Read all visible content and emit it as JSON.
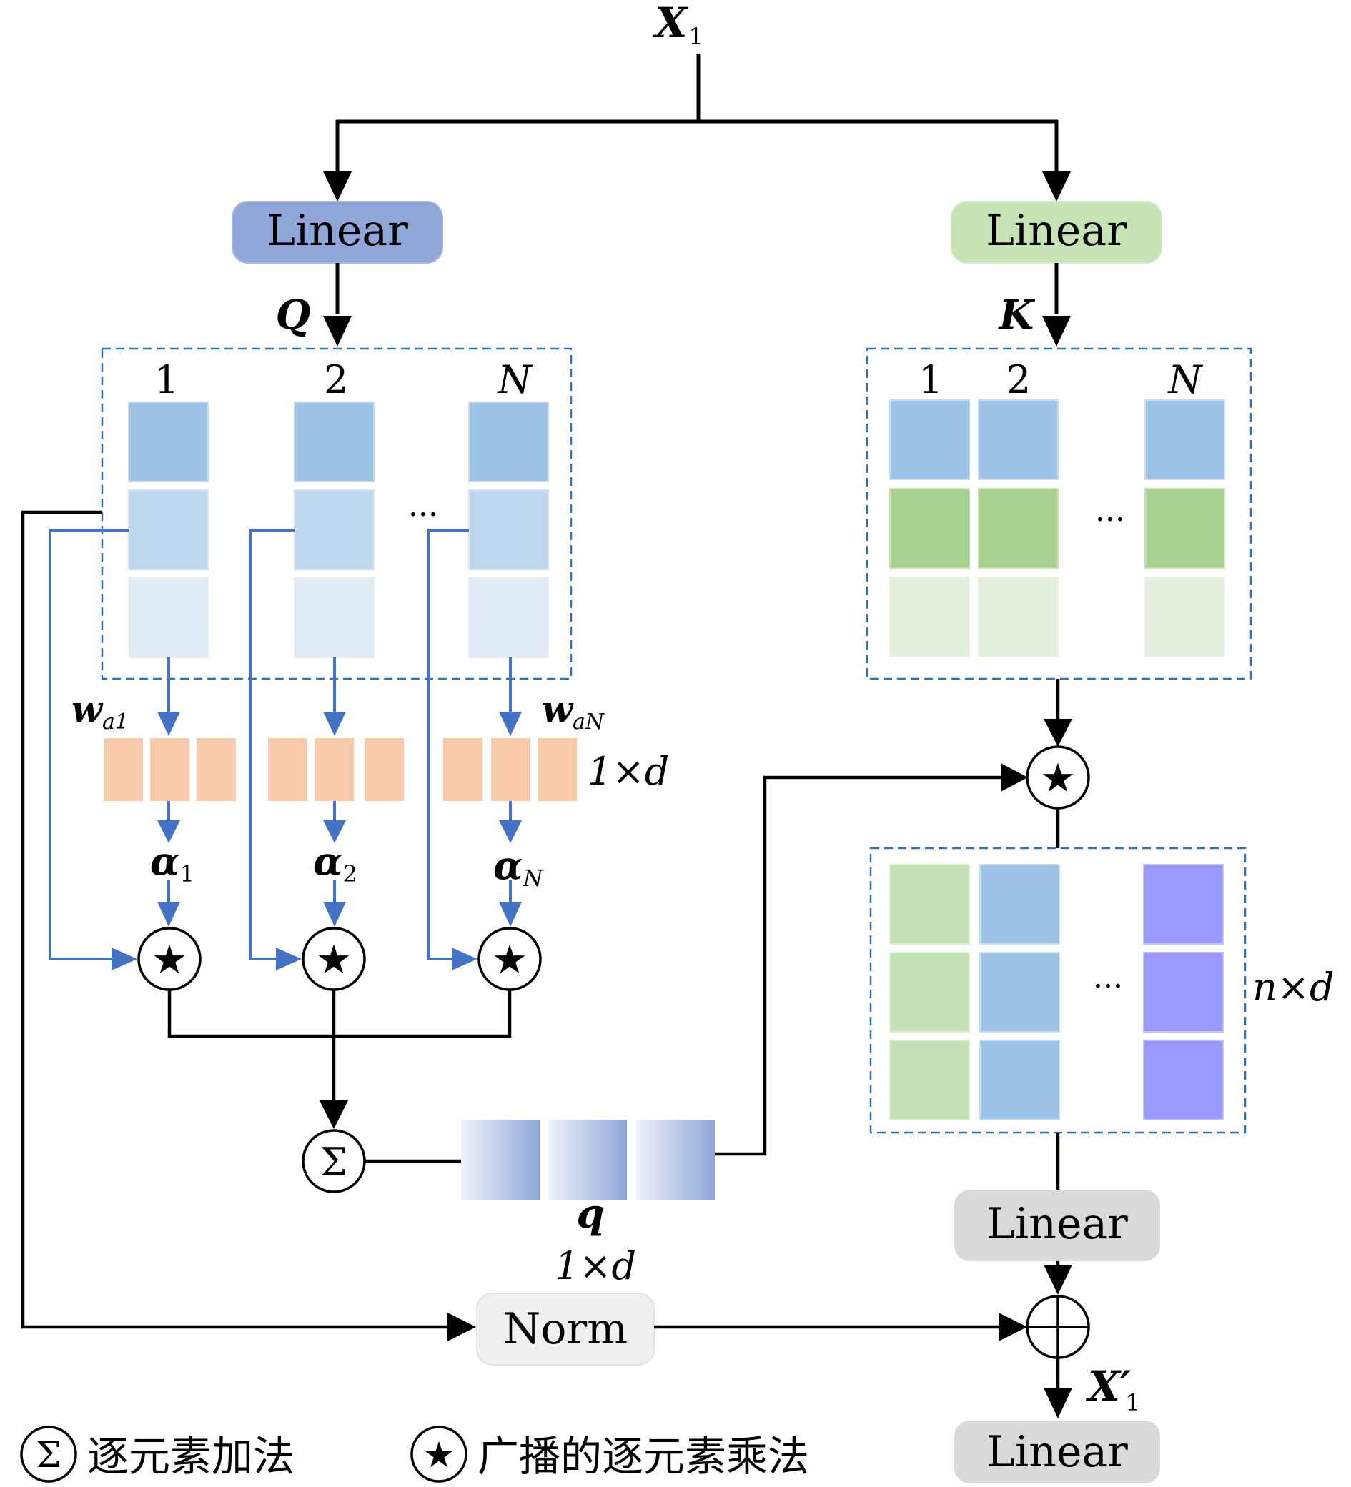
{
  "input_label": "X",
  "input_sub": "1",
  "left_linear": {
    "label": "Linear",
    "color": "#8fa6d9"
  },
  "right_linear": {
    "label": "Linear",
    "color": "#c5e3b4"
  },
  "q_label": "Q",
  "k_label": "K",
  "q_cols": [
    "1",
    "2",
    "N"
  ],
  "k_cols": [
    "1",
    "2",
    "N"
  ],
  "ellipsis": "···",
  "w_labels": {
    "first": "w",
    "first_sub": "a1",
    "last": "w",
    "last_sub": "aN"
  },
  "w_dim": "1×d",
  "alphas": [
    {
      "sym": "α",
      "sub": "1"
    },
    {
      "sym": "α",
      "sub": "2"
    },
    {
      "sym": "α",
      "sub": "N"
    }
  ],
  "q_vec_label": "q",
  "q_vec_dim": "1×d",
  "mid_dim": "n×d",
  "bottom_linear1": {
    "label": "Linear",
    "color": "#d9d9d9"
  },
  "bottom_linear2": {
    "label": "Linear",
    "color": "#d9d9d9"
  },
  "norm": {
    "label": "Norm",
    "color": "#f0f0f0"
  },
  "output_label": "X′",
  "output_sub": "1",
  "sum_symbol": "Σ",
  "star_symbol": "★",
  "legend": {
    "sum_text": "逐元素加法",
    "star_text": "广播的逐元素乘法"
  },
  "colors": {
    "q_top": "#9dc3e6",
    "q_mid": "#bdd7ee",
    "q_bot": "#deebf7",
    "k_green": "#a9d18e",
    "k_green_light": "#e2efda",
    "m_green": "#c5e0b4",
    "m_blue": "#9dc3e6",
    "m_purple": "#9999ff",
    "w_orange": "#f8cbad",
    "blue_line": "#4472c4",
    "dash": "#2e75b6"
  }
}
